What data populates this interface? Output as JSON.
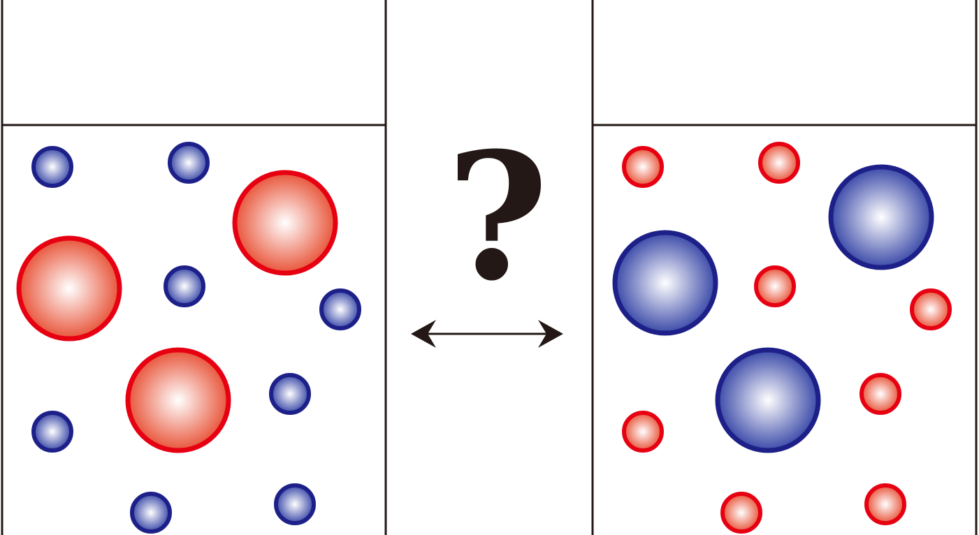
{
  "diagram": {
    "center_symbol": "?",
    "arrow": "double-headed-arrow",
    "colors": {
      "line": "#231815",
      "red_stroke": "#e60012",
      "red_fill_outer": "#e8553a",
      "red_fill_inner": "#ffffff",
      "blue_stroke": "#1d2088",
      "blue_fill_outer": "#3b4aa8",
      "blue_fill_inner": "#ffffff"
    },
    "left_container": {
      "large_particles": "red",
      "small_particles": "blue",
      "large_count": 3,
      "small_count": 8
    },
    "right_container": {
      "large_particles": "blue",
      "small_particles": "red",
      "large_count": 3,
      "small_count": 8
    }
  }
}
